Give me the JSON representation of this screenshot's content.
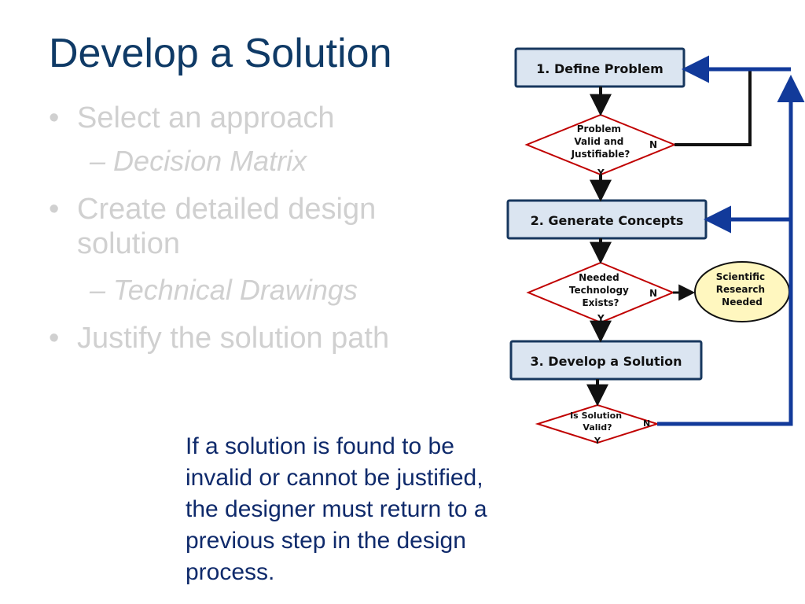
{
  "title": "Develop a Solution",
  "bullets": [
    {
      "text": "Select an approach",
      "sub": "Decision Matrix"
    },
    {
      "text": "Create detailed design solution",
      "sub": "Technical Drawings"
    },
    {
      "text": "Justify the solution path"
    }
  ],
  "bullet_char": "•",
  "dash": "–",
  "note": "If a solution is found to be invalid or cannot be justified, the designer must return to a previous step in the design process.",
  "diagram": {
    "boxes": [
      {
        "num": "1.",
        "label": "Define Problem"
      },
      {
        "num": "2.",
        "label": "Generate Concepts"
      },
      {
        "num": "3.",
        "label": "Develop a Solution"
      }
    ],
    "decisions": [
      {
        "lines": [
          "Problem",
          "Valid and",
          "Justifiable?"
        ],
        "no": "N",
        "yes": "Y"
      },
      {
        "lines": [
          "Needed",
          "Technology",
          "Exists?"
        ],
        "no": "N",
        "yes": "Y"
      },
      {
        "lines": [
          "Is Solution",
          "Valid?"
        ],
        "no": "N",
        "yes": "Y"
      }
    ],
    "oval": {
      "lines": [
        "Scientific",
        "Research",
        "Needed"
      ]
    }
  },
  "colors": {
    "title": "#0f3a66",
    "bullets": "#d0d0d0",
    "note": "#0f2a6b",
    "box_fill": "#dbe5f1",
    "box_border": "#17375e",
    "diamond_border": "#c00000",
    "arrow_blue": "#123a9a",
    "oval_fill": "#fff7bf"
  }
}
